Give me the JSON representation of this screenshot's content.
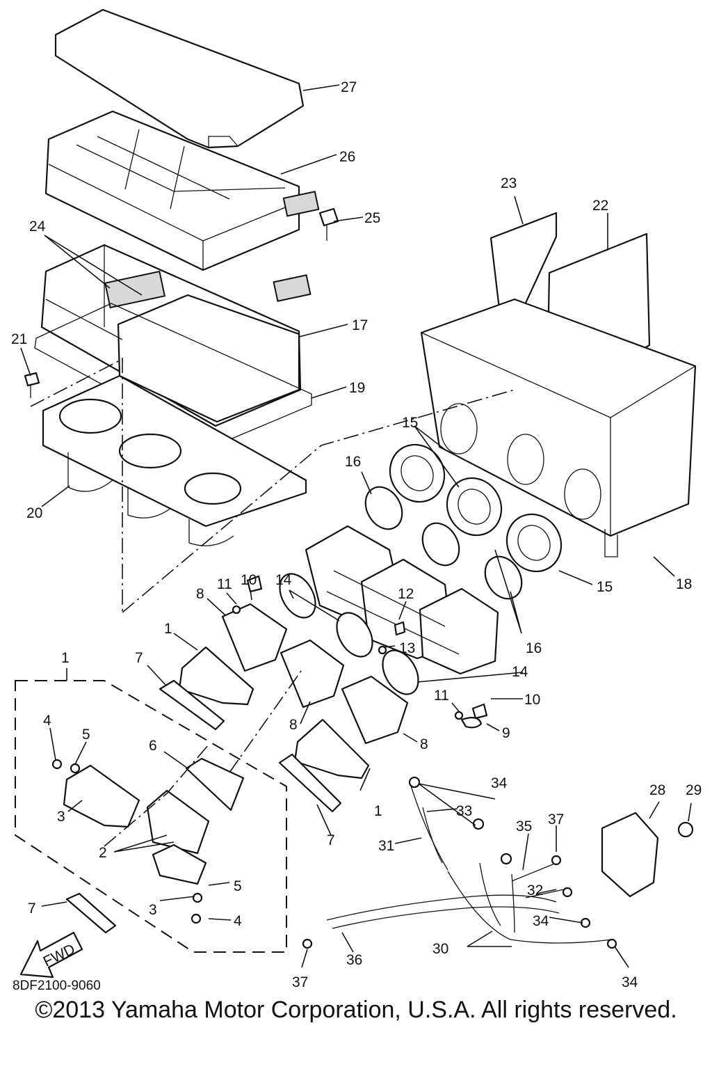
{
  "diagram": {
    "reference_code": "8DF2100-9060",
    "copyright": "©2013 Yamaha Motor Corporation, U.S.A. All rights reserved.",
    "fwd_arrow_text": "FWD",
    "callouts": [
      {
        "id": "c27",
        "text": "27"
      },
      {
        "id": "c26",
        "text": "26"
      },
      {
        "id": "c25",
        "text": "25"
      },
      {
        "id": "c24",
        "text": "24"
      },
      {
        "id": "c23",
        "text": "23"
      },
      {
        "id": "c22",
        "text": "22"
      },
      {
        "id": "c21",
        "text": "21"
      },
      {
        "id": "c17",
        "text": "17"
      },
      {
        "id": "c19",
        "text": "19"
      },
      {
        "id": "c20",
        "text": "20"
      },
      {
        "id": "c15a",
        "text": "15"
      },
      {
        "id": "c16a",
        "text": "16"
      },
      {
        "id": "c18",
        "text": "18"
      },
      {
        "id": "c15b",
        "text": "15"
      },
      {
        "id": "c10a",
        "text": "10"
      },
      {
        "id": "c14a",
        "text": "14"
      },
      {
        "id": "c11a",
        "text": "11"
      },
      {
        "id": "c8a",
        "text": "8"
      },
      {
        "id": "c12",
        "text": "12"
      },
      {
        "id": "c1a",
        "text": "1"
      },
      {
        "id": "c13",
        "text": "13"
      },
      {
        "id": "c16b",
        "text": "16"
      },
      {
        "id": "c1b",
        "text": "1"
      },
      {
        "id": "c7a",
        "text": "7"
      },
      {
        "id": "c14b",
        "text": "14"
      },
      {
        "id": "c11b",
        "text": "11"
      },
      {
        "id": "c10b",
        "text": "10"
      },
      {
        "id": "c9",
        "text": "9"
      },
      {
        "id": "c8b",
        "text": "8"
      },
      {
        "id": "c8c",
        "text": "8"
      },
      {
        "id": "c4a",
        "text": "4"
      },
      {
        "id": "c5a",
        "text": "5"
      },
      {
        "id": "c6",
        "text": "6"
      },
      {
        "id": "c3a",
        "text": "3"
      },
      {
        "id": "c2",
        "text": "2"
      },
      {
        "id": "c34a",
        "text": "34"
      },
      {
        "id": "c28",
        "text": "28"
      },
      {
        "id": "c29",
        "text": "29"
      },
      {
        "id": "c33",
        "text": "33"
      },
      {
        "id": "c1c",
        "text": "1"
      },
      {
        "id": "c37a",
        "text": "37"
      },
      {
        "id": "c35",
        "text": "35"
      },
      {
        "id": "c31",
        "text": "31"
      },
      {
        "id": "c7b",
        "text": "7"
      },
      {
        "id": "c32",
        "text": "32"
      },
      {
        "id": "c3b",
        "text": "3"
      },
      {
        "id": "c5b",
        "text": "5"
      },
      {
        "id": "c7c",
        "text": "7"
      },
      {
        "id": "c4b",
        "text": "4"
      },
      {
        "id": "c34b",
        "text": "34"
      },
      {
        "id": "c30",
        "text": "30"
      },
      {
        "id": "c36",
        "text": "36"
      },
      {
        "id": "c37b",
        "text": "37"
      },
      {
        "id": "c34c",
        "text": "34"
      }
    ]
  }
}
